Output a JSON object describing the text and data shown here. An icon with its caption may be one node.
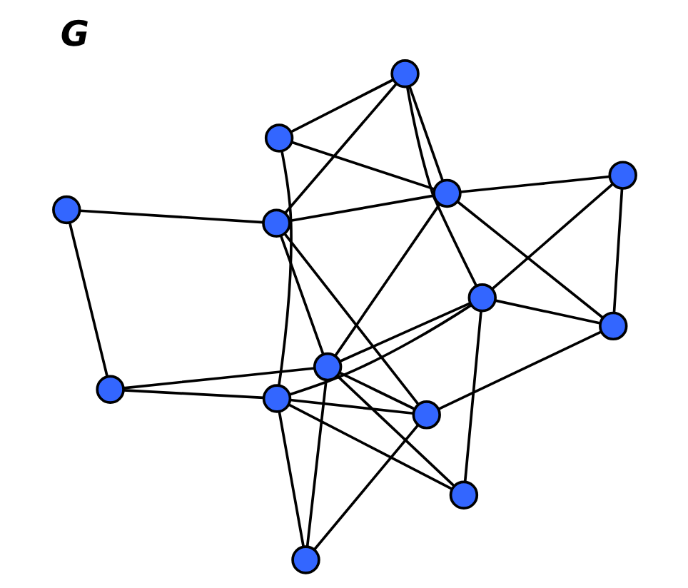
{
  "diagram": {
    "title": "G",
    "nodes": [
      {
        "text": [],
        "shape": "circle"
      },
      {
        "text": [],
        "shape": "circle"
      },
      {
        "text": [],
        "shape": "circle"
      },
      {
        "text": [],
        "shape": "circle"
      },
      {
        "text": [],
        "shape": "circle"
      },
      {
        "text": [],
        "shape": "circle"
      },
      {
        "text": [],
        "shape": "circle"
      },
      {
        "text": [],
        "shape": "circle"
      },
      {
        "text": [],
        "shape": "circle"
      },
      {
        "text": [],
        "shape": "circle"
      },
      {
        "text": [],
        "shape": "circle"
      },
      {
        "text": [],
        "shape": "circle"
      },
      {
        "text": [],
        "shape": "circle"
      },
      {
        "text": [],
        "shape": "circle"
      }
    ],
    "edges": [
      {
        "from": 0,
        "to": 1,
        "arrow": "none"
      },
      {
        "from": 0,
        "to": 4,
        "arrow": "none"
      },
      {
        "from": 0,
        "to": 7,
        "arrow": "none"
      },
      {
        "from": 1,
        "to": 2,
        "arrow": "none"
      },
      {
        "from": 1,
        "to": 5,
        "arrow": "none"
      },
      {
        "from": 1,
        "to": 7,
        "arrow": "none"
      },
      {
        "from": 1,
        "to": 10,
        "arrow": "none"
      },
      {
        "from": 1,
        "to": 6,
        "arrow": "none"
      },
      {
        "from": 2,
        "to": 5,
        "arrow": "none"
      },
      {
        "from": 2,
        "to": 10,
        "arrow": "none"
      },
      {
        "from": 3,
        "to": 5,
        "arrow": "none"
      },
      {
        "from": 3,
        "to": 4,
        "arrow": "none"
      },
      {
        "from": 3,
        "to": 6,
        "arrow": "none"
      },
      {
        "from": 4,
        "to": 6,
        "arrow": "none"
      },
      {
        "from": 4,
        "to": 7,
        "arrow": "none"
      },
      {
        "from": 4,
        "to": 10,
        "arrow": "none"
      },
      {
        "from": 4,
        "to": 13,
        "arrow": "none"
      },
      {
        "from": 5,
        "to": 8,
        "arrow": "none"
      },
      {
        "from": 5,
        "to": 9,
        "arrow": "none"
      },
      {
        "from": 5,
        "to": 12,
        "arrow": "none"
      },
      {
        "from": 7,
        "to": 12,
        "arrow": "none"
      },
      {
        "from": 8,
        "to": 10,
        "arrow": "none"
      },
      {
        "from": 8,
        "to": 11,
        "arrow": "none"
      },
      {
        "from": 9,
        "to": 10,
        "arrow": "none"
      },
      {
        "from": 9,
        "to": 12,
        "arrow": "none"
      },
      {
        "from": 10,
        "to": 12,
        "arrow": "none"
      },
      {
        "from": 10,
        "to": 13,
        "arrow": "none"
      },
      {
        "from": 12,
        "to": 13,
        "arrow": "none"
      },
      {
        "from": 13,
        "to": 11,
        "arrow": "none"
      },
      {
        "from": 13,
        "to": 6,
        "arrow": "none"
      }
    ]
  }
}
